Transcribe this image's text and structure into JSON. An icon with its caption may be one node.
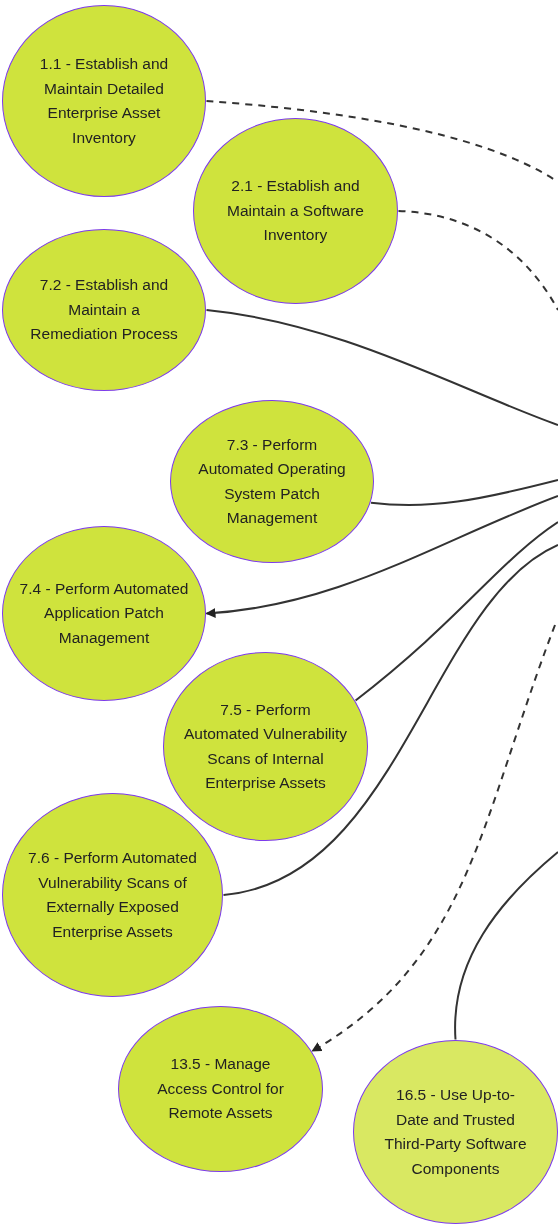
{
  "diagram": {
    "nodes": [
      {
        "text": [
          "1.1 - Establish and Maintain Detailed Enterprise Asset Inventory"
        ]
      },
      {
        "text": [
          "2.1 - Establish and Maintain a Software Inventory"
        ]
      },
      {
        "text": [
          "7.2 - Establish and Maintain a Remediation Process"
        ]
      },
      {
        "text": [
          "7.3 - Perform Automated Operating System Patch Management"
        ]
      },
      {
        "text": [
          "7.4 - Perform Automated Application Patch Management"
        ]
      },
      {
        "text": [
          "7.5 - Perform Automated Vulnerability Scans of Internal Enterprise Assets"
        ]
      },
      {
        "text": [
          "7.6 - Perform Automated Vulnerability Scans of Externally Exposed Enterprise Assets"
        ]
      },
      {
        "text": [
          "13.5 - Manage Access Control for Remote Assets"
        ]
      },
      {
        "text": [
          "16.5 - Use Up-to-Date and Trusted Third-Party Software Components"
        ]
      }
    ],
    "edges": [
      {
        "from": 0,
        "to": null,
        "arrow": "none",
        "style": "dashed"
      },
      {
        "from": 1,
        "to": null,
        "arrow": "none",
        "style": "dashed"
      },
      {
        "from": 2,
        "to": null,
        "arrow": "none"
      },
      {
        "from": 3,
        "to": null,
        "arrow": "none"
      },
      {
        "from": null,
        "to": 4,
        "arrow": "to"
      },
      {
        "from": 5,
        "to": null,
        "arrow": "none"
      },
      {
        "from": 6,
        "to": null,
        "arrow": "none"
      },
      {
        "from": null,
        "to": 7,
        "arrow": "to",
        "style": "dashed"
      },
      {
        "from": 8,
        "to": null,
        "arrow": "none"
      }
    ]
  }
}
